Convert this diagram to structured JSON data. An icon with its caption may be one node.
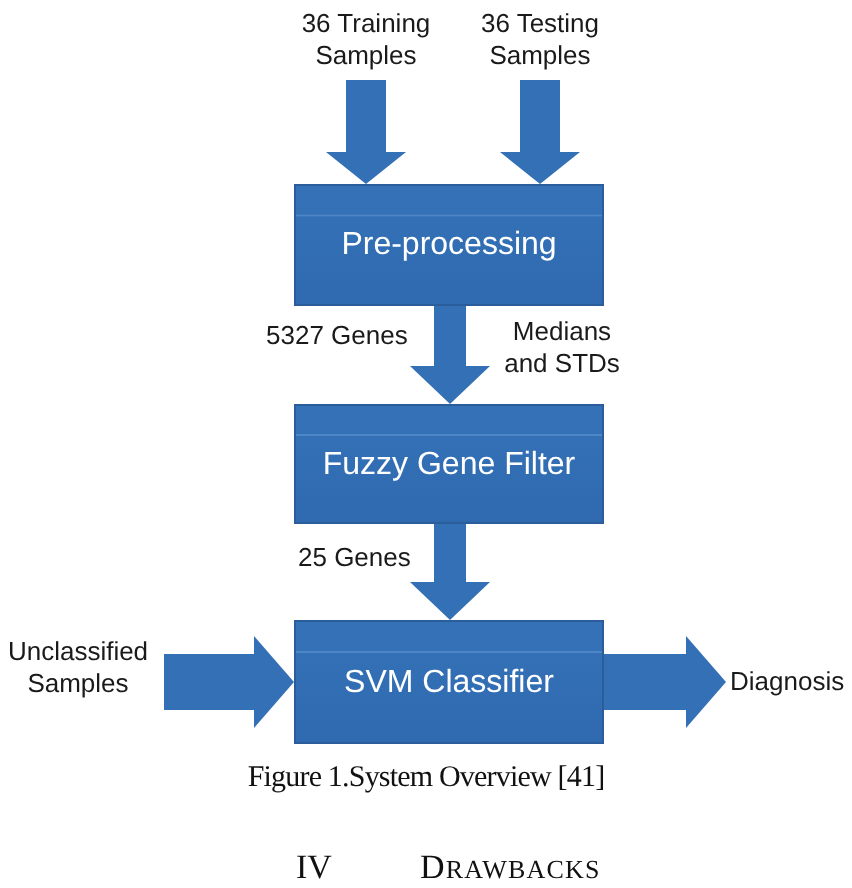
{
  "diagram": {
    "caption": "Figure 1.System Overview [41]",
    "nodes": [
      {
        "text": [
          "36 Training Samples"
        ]
      },
      {
        "text": [
          "36 Testing Samples"
        ]
      },
      {
        "text": [
          "Pre-processing"
        ]
      },
      {
        "text": [
          "Fuzzy Gene Filter"
        ]
      },
      {
        "text": [
          "SVM Classifier"
        ]
      },
      {
        "text": [
          "Unclassified Samples"
        ]
      },
      {
        "text": [
          "Diagnosis"
        ]
      }
    ],
    "edges": [
      {
        "from": 0,
        "to": 2,
        "arrow": "to"
      },
      {
        "from": 1,
        "to": 2,
        "arrow": "to"
      },
      {
        "from": 2,
        "to": 3,
        "arrow": "to",
        "label": "5327 Genes"
      },
      {
        "from": 3,
        "to": 4,
        "arrow": "to",
        "label": "25 Genes"
      },
      {
        "from": 5,
        "to": 4,
        "arrow": "to"
      },
      {
        "from": 4,
        "to": 6,
        "arrow": "to"
      }
    ],
    "labels": [
      "Medians and STDs",
      "IV",
      "DRAWBACKS"
    ]
  }
}
